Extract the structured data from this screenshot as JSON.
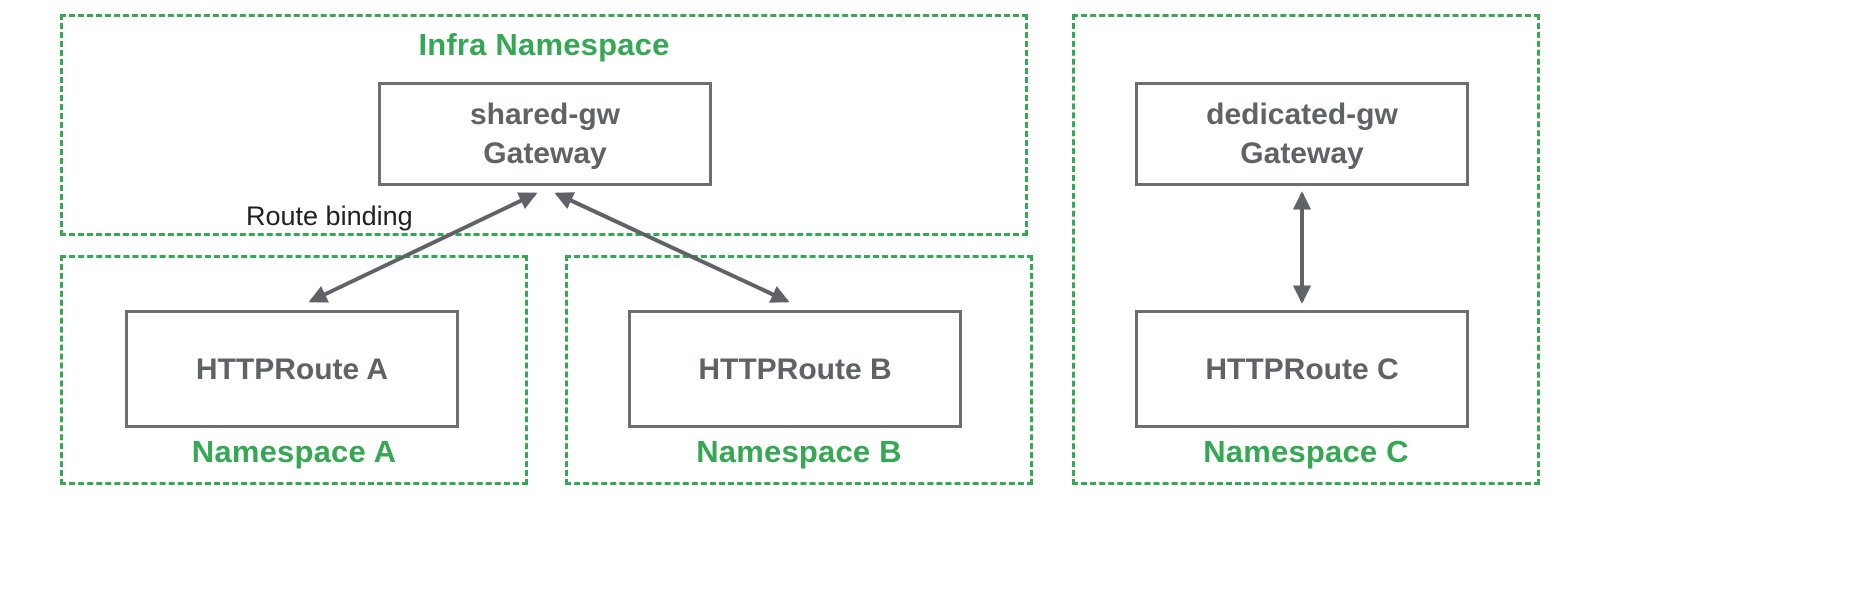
{
  "diagram": {
    "groups": {
      "infra": {
        "label": "Infra Namespace"
      },
      "ns_a": {
        "label": "Namespace A"
      },
      "ns_b": {
        "label": "Namespace B"
      },
      "ns_c": {
        "label": "Namespace C"
      }
    },
    "nodes": {
      "shared_gw": {
        "line1": "shared-gw",
        "line2": "Gateway"
      },
      "route_a": {
        "label": "HTTPRoute A"
      },
      "route_b": {
        "label": "HTTPRoute B"
      },
      "dedicated_gw": {
        "line1": "dedicated-gw",
        "line2": "Gateway"
      },
      "route_c": {
        "label": "HTTPRoute C"
      }
    },
    "edges": {
      "route_binding_label": "Route binding"
    },
    "colors": {
      "namespace_green": "#34A853",
      "node_gray": "#5F6368",
      "arrow_gray": "#5F6368"
    }
  }
}
